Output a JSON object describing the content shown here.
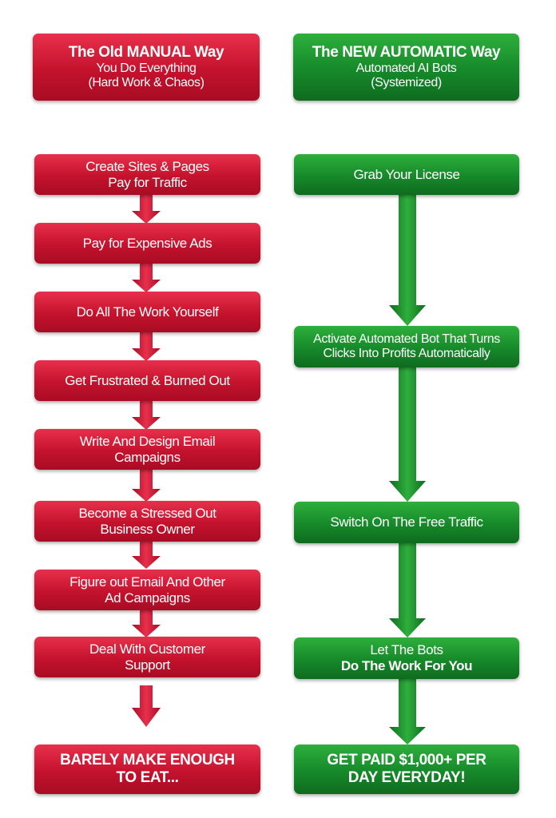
{
  "colors": {
    "red": "#c4122d",
    "green": "#16892a"
  },
  "old_way": {
    "header": {
      "title": "The Old MANUAL Way",
      "line2": "You Do Everything",
      "line3": "(Hard Work & Chaos)"
    },
    "steps": [
      {
        "line1": "Create Sites & Pages",
        "line2": "Pay for Traffic"
      },
      {
        "line1": "Pay for Expensive Ads",
        "line2": ""
      },
      {
        "line1": "Do All The Work Yourself",
        "line2": ""
      },
      {
        "line1": "Get Frustrated & Burned Out",
        "line2": ""
      },
      {
        "line1": "Write And Design Email",
        "line2": "Campaigns"
      },
      {
        "line1": "Become a Stressed Out",
        "line2": "Business Owner"
      },
      {
        "line1": "Figure out Email And Other",
        "line2": "Ad Campaigns"
      },
      {
        "line1": "Deal With Customer",
        "line2": "Support"
      }
    ],
    "result": {
      "line1": "BARELY MAKE ENOUGH",
      "line2": "TO EAT..."
    }
  },
  "new_way": {
    "header": {
      "title": "The NEW AUTOMATIC Way",
      "line2": "Automated AI Bots",
      "line3": "(Systemized)"
    },
    "steps": [
      {
        "line1": "Grab Your License",
        "line2": ""
      },
      {
        "line1": "Activate Automated Bot That Turns",
        "line2": "Clicks Into Profits Automatically"
      },
      {
        "line1": "Switch On The Free Traffic",
        "line2": ""
      },
      {
        "line1": "Let The Bots",
        "line2": "Do The Work For You"
      }
    ],
    "result": {
      "line1": "GET PAID $1,000+ PER",
      "line2": "DAY EVERYDAY!"
    }
  }
}
